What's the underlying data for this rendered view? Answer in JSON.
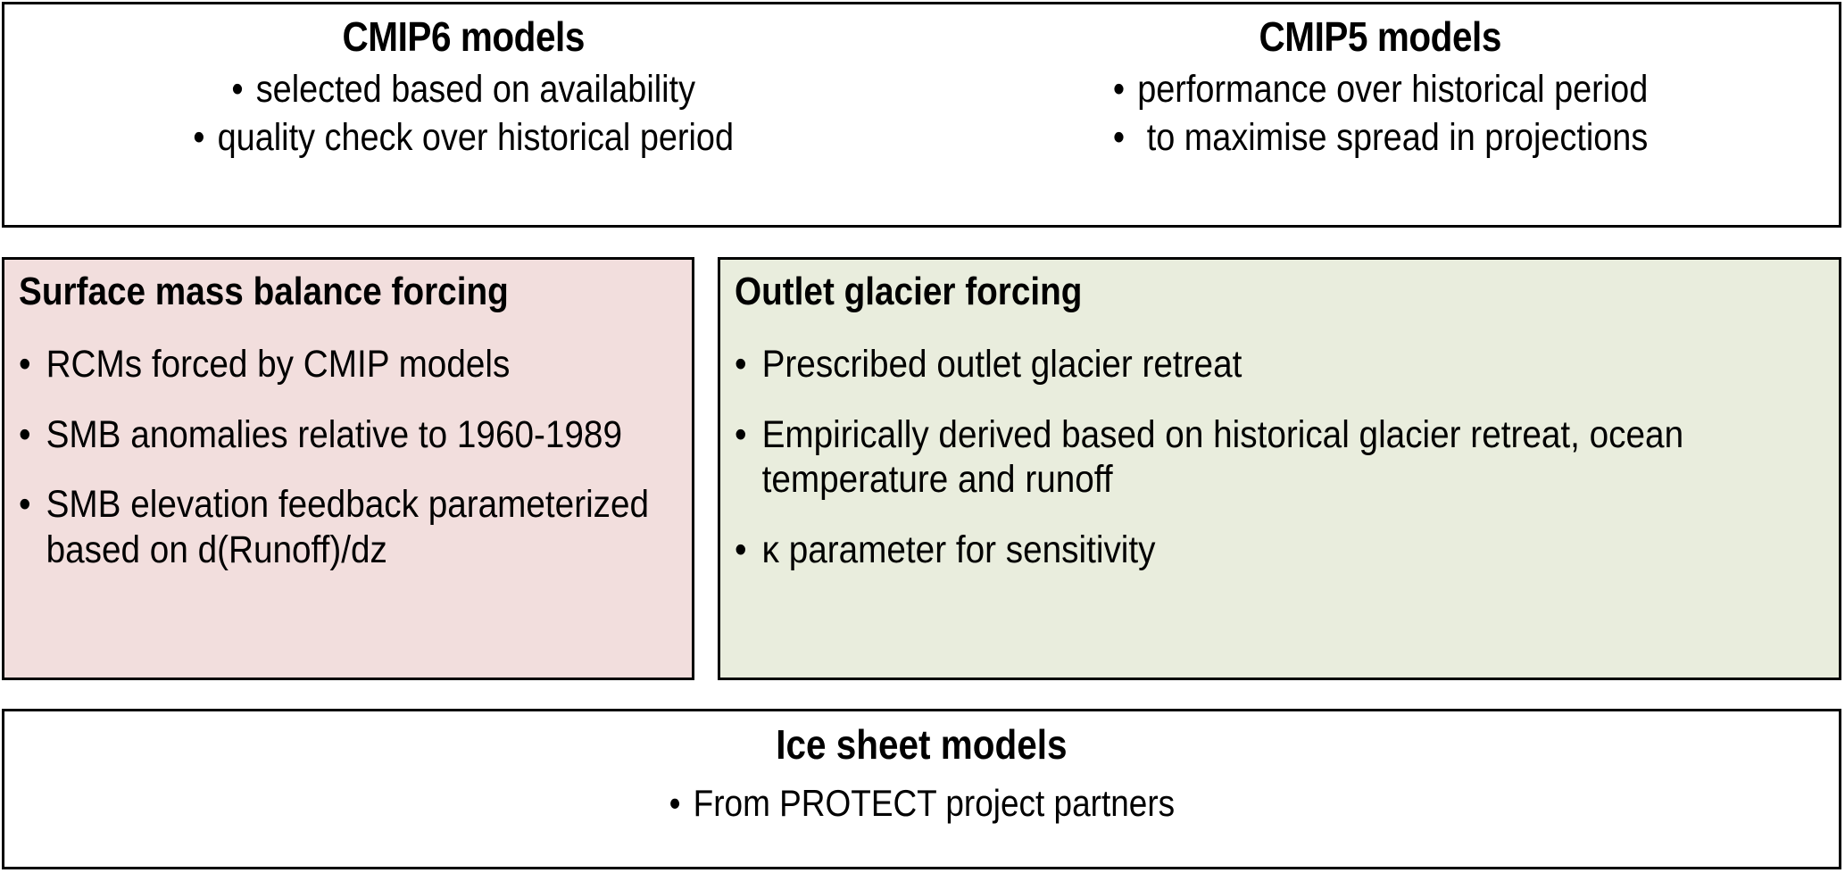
{
  "colors": {
    "smb_panel_bg": "#F2DEDD",
    "outlet_panel_bg": "#E9EDDD",
    "box_border": "#000000",
    "page_bg": "#FFFFFF",
    "text": "#000000"
  },
  "bullet_glyph": "•",
  "model_selection": {
    "cmip6": {
      "title": "CMIP6 models",
      "bullets": [
        "selected based on availability",
        "quality check over historical period"
      ]
    },
    "cmip5": {
      "title": "CMIP5 models",
      "bullets": [
        "performance over historical period",
        " to maximise spread in projections"
      ]
    }
  },
  "forcing": {
    "smb": {
      "title": "Surface mass balance forcing",
      "bullets": [
        "RCMs forced by CMIP models",
        "SMB anomalies relative to 1960-1989",
        "SMB elevation feedback parameterized based on d(Runoff)/dz"
      ]
    },
    "outlet_glacier": {
      "title": "Outlet glacier forcing",
      "bullets": [
        "Prescribed outlet glacier retreat",
        "Empirically derived based on historical glacier retreat, ocean temperature and runoff",
        "κ parameter for sensitivity"
      ]
    }
  },
  "ice_sheet": {
    "title": "Ice sheet models",
    "bullets": [
      "From PROTECT project partners"
    ]
  }
}
